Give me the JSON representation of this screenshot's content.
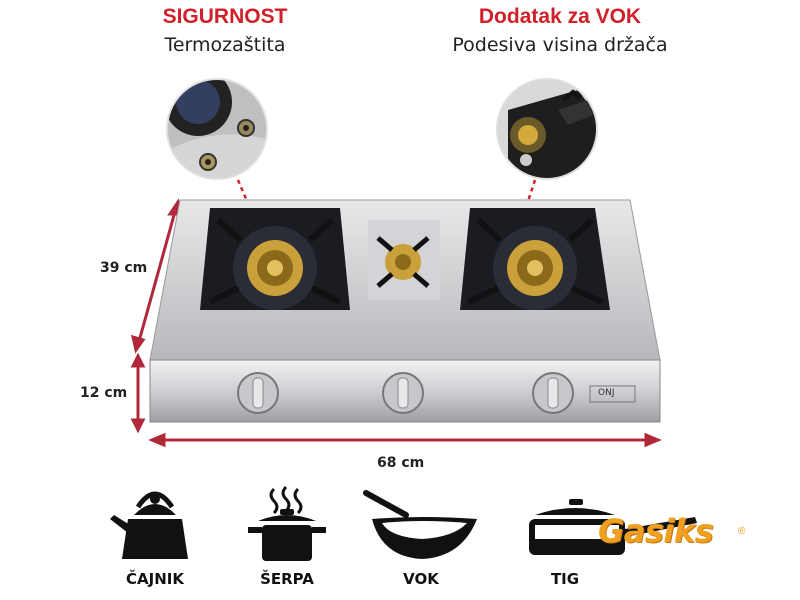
{
  "features": {
    "left_title": "SIGURNOST",
    "left_subtitle": "Termozaštita",
    "right_title": "Dodatak za VOK",
    "right_subtitle": "Podesiva visina držača"
  },
  "dimensions": {
    "depth": "39 cm",
    "height": "12 cm",
    "width": "68 cm"
  },
  "product": {
    "badge": "ONJ"
  },
  "cookware": [
    {
      "label": "ČAJNIK",
      "icon": "kettle-icon"
    },
    {
      "label": "ŠERPA",
      "icon": "pot-icon"
    },
    {
      "label": "VOK",
      "icon": "wok-icon"
    },
    {
      "label": "TIG",
      "icon": "pan-icon"
    }
  ],
  "brand": {
    "logo": "Gasiks",
    "reg": "®"
  },
  "colors": {
    "accent_red": "#d0202a",
    "logo_orange": "#f0a020",
    "dim_line": "#b0283a"
  }
}
